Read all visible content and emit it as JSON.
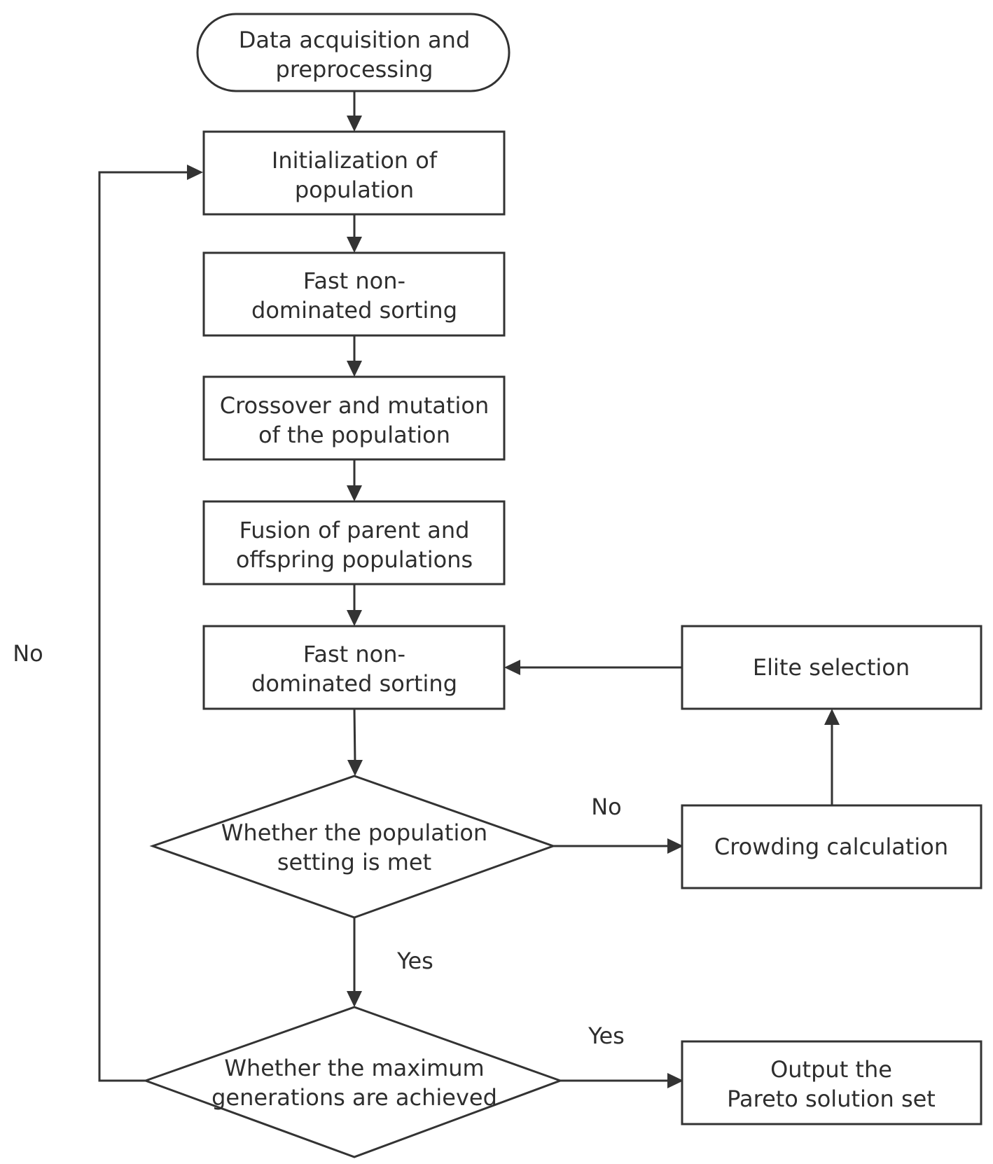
{
  "nodes": {
    "data_acq": {
      "line1": "Data acquisition and",
      "line2": "preprocessing"
    },
    "init_pop": {
      "line1": "Initialization of",
      "line2": "population"
    },
    "fast_sort_1": {
      "line1": "Fast non-",
      "line2": "dominated sorting"
    },
    "crossover": {
      "line1": "Crossover and mutation",
      "line2": "of the population"
    },
    "fusion": {
      "line1": "Fusion of parent and",
      "line2": "offspring populations"
    },
    "fast_sort_2": {
      "line1": "Fast non-",
      "line2": "dominated sorting"
    },
    "elite": {
      "line1": "Elite selection"
    },
    "crowding": {
      "line1": "Crowding calculation"
    },
    "decision_pop": {
      "line1": "Whether the population",
      "line2": "setting is met"
    },
    "decision_gen": {
      "line1": "Whether the maximum",
      "line2": "generations are achieved"
    },
    "output": {
      "line1": "Output the",
      "line2": "Pareto solution set"
    }
  },
  "edge_labels": {
    "pop_no": "No",
    "pop_yes": "Yes",
    "gen_yes": "Yes",
    "gen_no": "No"
  },
  "colors": {
    "stroke": "#333333",
    "text": "#2e2e2e",
    "background": "#ffffff"
  }
}
